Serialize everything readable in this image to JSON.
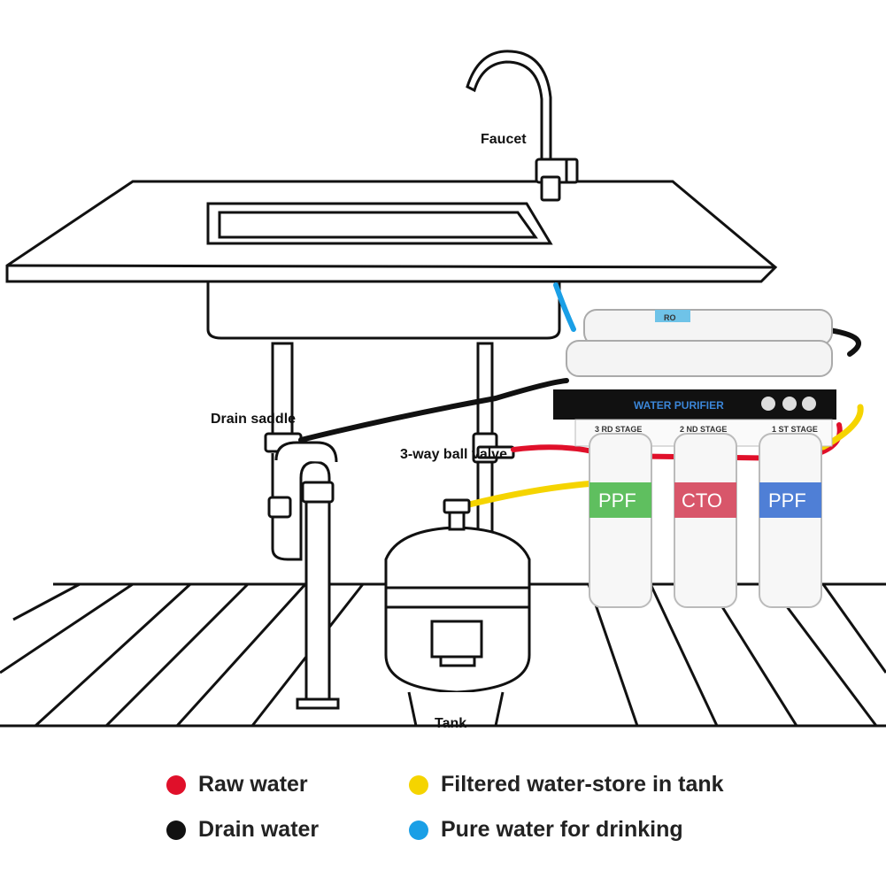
{
  "labels": {
    "faucet": "Faucet",
    "drain_saddle": "Drain saddle",
    "ball_valve": "3-way ball valve",
    "tank": "Tank"
  },
  "purifier": {
    "panel_title": "WATER PURIFIER",
    "top_cartridge_label": "RO",
    "cartridges": [
      {
        "stage": "3 RD STAGE",
        "name": "PPF",
        "color": "#5fbf5f"
      },
      {
        "stage": "2 ND STAGE",
        "name": "CTO",
        "color": "#d8566a"
      },
      {
        "stage": "1 ST STAGE",
        "name": "PPF",
        "color": "#4f7fd6"
      }
    ]
  },
  "legend": [
    {
      "label": "Raw water",
      "color": "#e0102a"
    },
    {
      "label": "Filtered water-store in tank",
      "color": "#f5d400"
    },
    {
      "label": "Drain water",
      "color": "#111111"
    },
    {
      "label": "Pure water for drinking",
      "color": "#1a9fe6"
    }
  ]
}
